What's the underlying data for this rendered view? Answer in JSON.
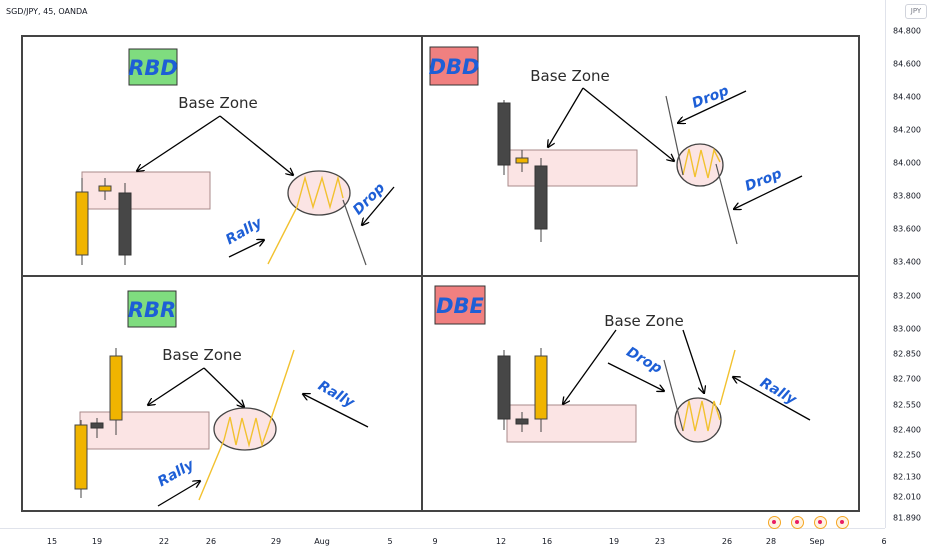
{
  "header": {
    "symbol": "SGD/JPY, 45, OANDA",
    "currency": "JPY"
  },
  "price_axis": {
    "ticks": [
      "84.800",
      "84.600",
      "84.400",
      "84.200",
      "84.000",
      "83.800",
      "83.600",
      "83.400",
      "83.200",
      "83.000",
      "82.850",
      "82.700",
      "82.550",
      "82.400",
      "82.250",
      "82.130",
      "82.010",
      "81.890"
    ]
  },
  "time_axis": {
    "ticks": [
      "15",
      "19",
      "22",
      "26",
      "29",
      "Aug",
      "5",
      "9",
      "12",
      "16",
      "19",
      "23",
      "26",
      "28",
      "Sep",
      "6"
    ]
  },
  "colors": {
    "bull": "#f0b400",
    "bear": "#474747",
    "zone_fill": "#fbe4e4",
    "zone_stroke": "#a88a8a",
    "rally_line": "#f2c12e",
    "drop_line": "#555555",
    "arrow": "#000000",
    "green_box": "#7fdc7f",
    "red_box": "#f08080",
    "move_text": "#1e5fd6",
    "event_ring": "#f5a623"
  },
  "events": {
    "count": 4,
    "icon": "event-flag-icon"
  },
  "chart_data": {
    "type": "diagram",
    "panels": [
      {
        "id": "rbd",
        "pattern": "RBD",
        "zone_label": "Base Zone",
        "moves": [
          "Rally",
          "Drop"
        ],
        "box_color": "green"
      },
      {
        "id": "dbd",
        "pattern": "DBD",
        "zone_label": "Base Zone",
        "moves": [
          "Drop",
          "Drop"
        ],
        "box_color": "red"
      },
      {
        "id": "rbr",
        "pattern": "RBR",
        "zone_label": "Base Zone",
        "moves": [
          "Rally",
          "Rally"
        ],
        "box_color": "green"
      },
      {
        "id": "dbe",
        "pattern": "DBE",
        "zone_label": "Base Zone",
        "moves": [
          "Drop",
          "Rally"
        ],
        "box_color": "red"
      }
    ]
  }
}
